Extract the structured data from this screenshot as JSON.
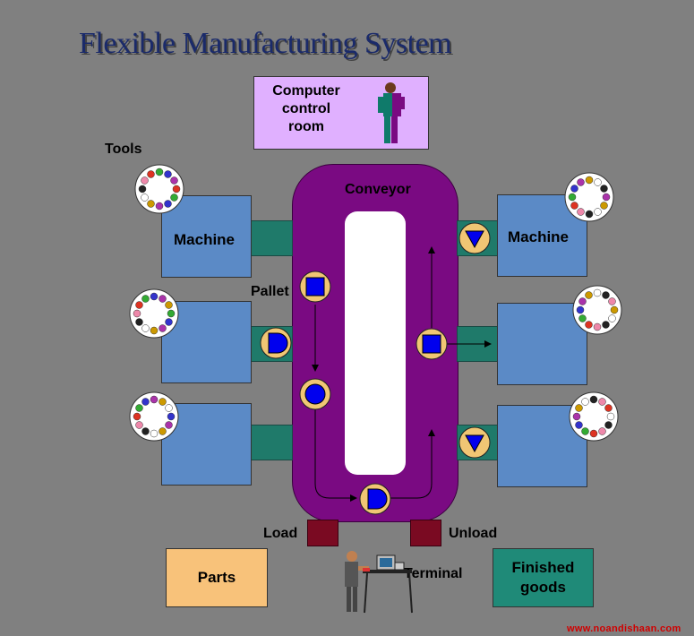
{
  "title": "Flexible Manufacturing System",
  "control_room": {
    "label": "Computer\ncontrol\nroom"
  },
  "labels": {
    "tools": "Tools",
    "conveyor": "Conveyor",
    "pallet": "Pallet",
    "load": "Load",
    "unload": "Unload",
    "terminal": "Terminal"
  },
  "machines": [
    "Machine",
    "Machine"
  ],
  "parts": "Parts",
  "finished_goods": "Finished\ngoods",
  "watermark": "www.noandishaan.com",
  "colors": {
    "background": "#808080",
    "conveyor": "#7a0a82",
    "machine": "#5b8ac6",
    "link": "#1f7a6a",
    "control_room": "#e0b0ff",
    "parts": "#f8c27a",
    "finished_goods": "#1f8a78",
    "load_unload": "#7a0a22",
    "pallet_fill": "#f0c674",
    "part_blue": "#0000ee"
  },
  "icons": [
    "person-icon",
    "terminal-operator-icon",
    "tool-wheel-icon",
    "pallet-icon"
  ]
}
